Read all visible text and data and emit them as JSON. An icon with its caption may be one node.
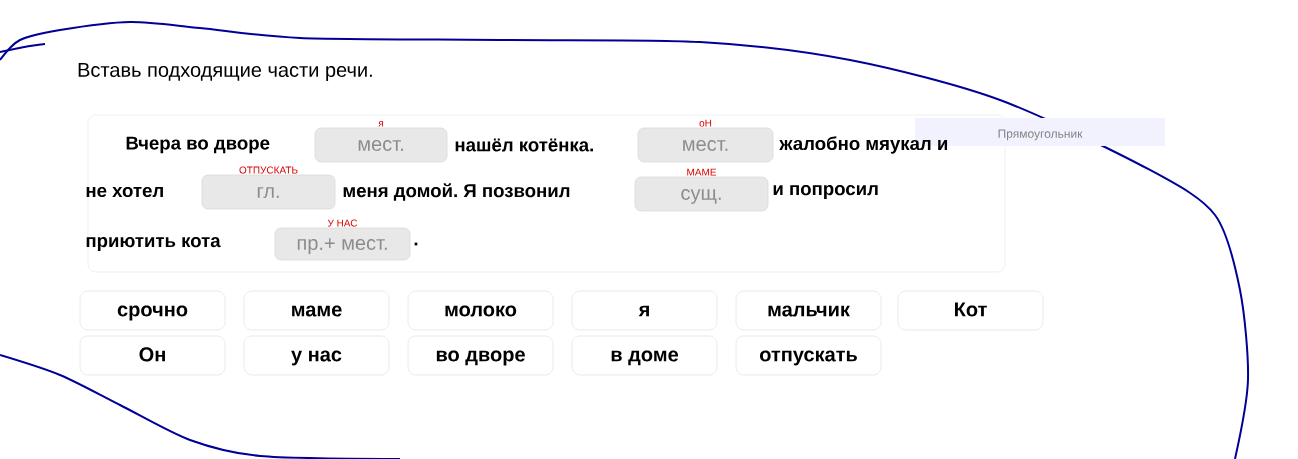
{
  "diagram": {
    "title": "Вставь подходящие части речи.",
    "nodes": [
      {
        "text": [],
        "shape": "box"
      },
      {
        "text": [
          "мест."
        ],
        "in": 0,
        "beside": [
          "я"
        ]
      },
      {
        "text": [
          "мест."
        ],
        "in": 0,
        "beside": [
          "оН"
        ]
      },
      {
        "text": [
          "гл."
        ],
        "in": 0,
        "beside": [
          "ОТПУСКАТЬ"
        ]
      },
      {
        "text": [
          "сущ."
        ],
        "in": 0,
        "beside": [
          "МАМЕ"
        ]
      },
      {
        "text": [
          "пр.+ мест."
        ],
        "in": 0,
        "beside": [
          "У НАС"
        ]
      },
      {
        "text": [
          "срочно"
        ]
      },
      {
        "text": [
          "маме"
        ]
      },
      {
        "text": [
          "молоко"
        ]
      },
      {
        "text": [
          "я"
        ]
      },
      {
        "text": [
          "мальчик"
        ]
      },
      {
        "text": [
          "Кот"
        ]
      },
      {
        "text": [
          "Он"
        ]
      },
      {
        "text": [
          "у нас"
        ]
      },
      {
        "text": [
          "во дворе"
        ]
      },
      {
        "text": [
          "в доме"
        ]
      },
      {
        "text": [
          "отпускать"
        ]
      },
      {
        "text": [
          "Прямоугольник"
        ]
      }
    ],
    "labels": [
      "Вчера во дворе",
      "нашёл котёнка.",
      "жалобно мяукал и",
      "не хотел",
      "меня домой. Я позвонил",
      "и попросил",
      "приютить кота",
      "."
    ]
  }
}
